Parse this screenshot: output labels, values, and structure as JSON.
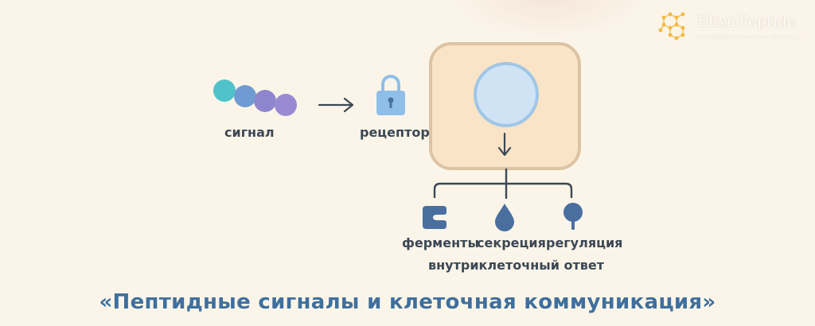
{
  "logo": {
    "name": "ElixirPeptide",
    "tagline": "исследовательские пептиды",
    "icon": "molecule-icon"
  },
  "diagram": {
    "signal_label": "сигнал",
    "receptor_label": "рецептор",
    "outputs": [
      {
        "label": "ферменты",
        "icon": "enzyme-icon"
      },
      {
        "label": "секреция",
        "icon": "droplet-icon"
      },
      {
        "label": "регуляция",
        "icon": "regulation-pin-icon"
      }
    ],
    "response_label": "внутриклеточный ответ"
  },
  "title": "«Пептидные сигналы и клеточная коммуникация»",
  "colors": {
    "background": "#fbf5e9",
    "cell_fill": "#f9e4c8",
    "cell_border": "#dcc3a3",
    "nucleus_fill": "#cfe3f4",
    "nucleus_border": "#9fc6e6",
    "icon_blue": "#4a6f9f",
    "title": "#3f6f9e",
    "text": "#3b4754"
  }
}
